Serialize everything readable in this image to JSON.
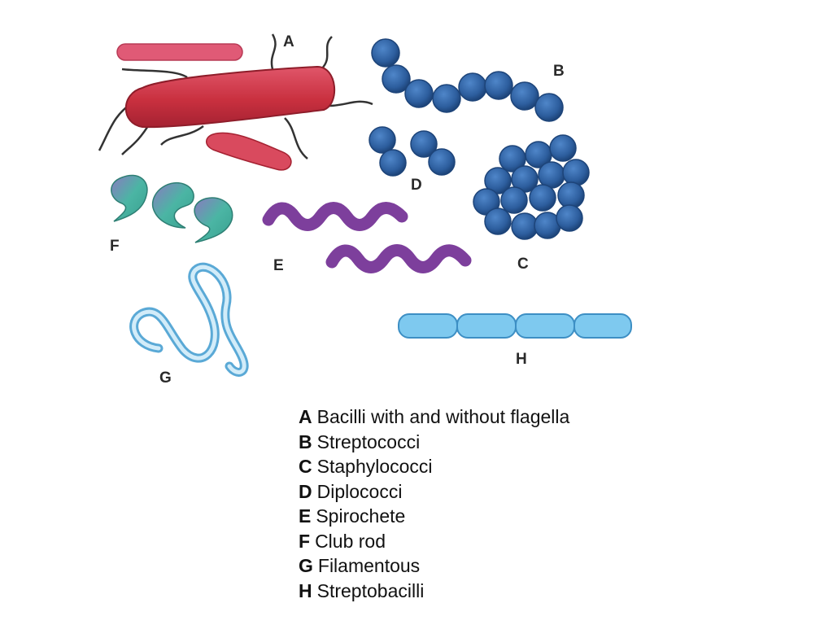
{
  "colors": {
    "rod_red": "#c9303f",
    "rod_red_light": "#e0566a",
    "cocci_blue": "#2d5e9e",
    "cocci_blue_dark": "#1d4479",
    "spirochete_purple": "#7d3f9c",
    "club_teal": "#4bb5a4",
    "club_purple": "#8a7ac0",
    "filament_blue": "#7ec3e8",
    "streptobacilli_blue": "#7ec9ef"
  },
  "figure_labels": {
    "a": "A",
    "b": "B",
    "c": "C",
    "d": "D",
    "e": "E",
    "f": "F",
    "g": "G",
    "h": "H"
  },
  "legend": [
    {
      "key": "A",
      "text": "Bacilli with and without flagella"
    },
    {
      "key": "B",
      "text": "Streptococci"
    },
    {
      "key": "C",
      "text": "Staphylococci"
    },
    {
      "key": "D",
      "text": "Diplococci"
    },
    {
      "key": "E",
      "text": "Spirochete"
    },
    {
      "key": "F",
      "text": "Club rod"
    },
    {
      "key": "G",
      "text": "Filamentous"
    },
    {
      "key": "H",
      "text": "Streptobacilli"
    }
  ]
}
